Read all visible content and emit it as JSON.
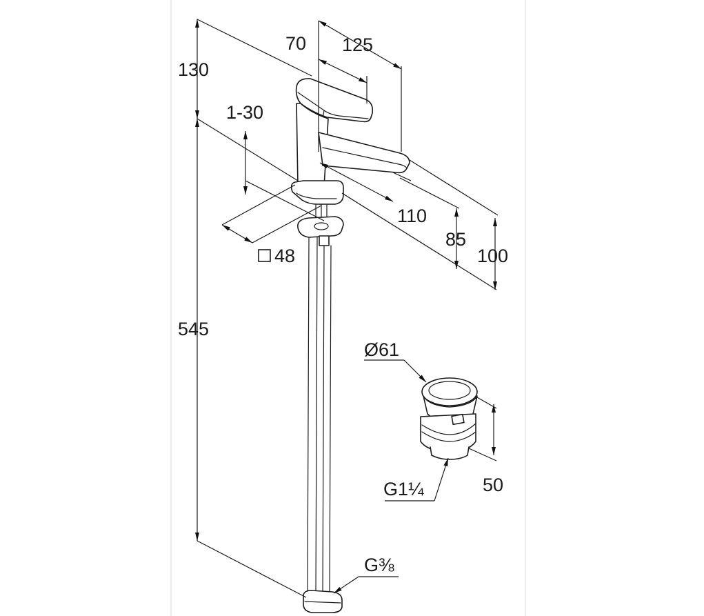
{
  "dimensions": {
    "d130": "130",
    "d70": "70",
    "d125": "125",
    "d1_30": "1-30",
    "d110": "110",
    "d85": "85",
    "d100": "100",
    "d48": "48",
    "d545": "545",
    "d61": "Ø61",
    "d50": "50",
    "thread_waste": "G1¼",
    "thread_hose": "G⅜"
  }
}
